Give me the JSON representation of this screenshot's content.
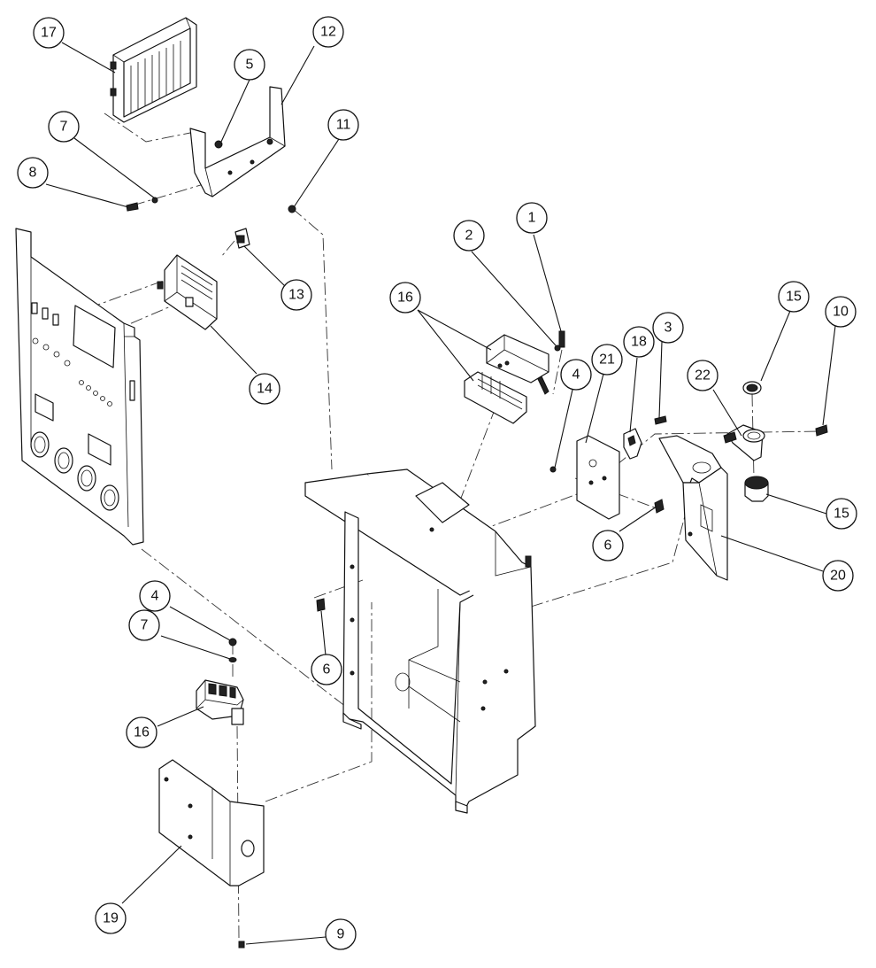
{
  "callouts": [
    {
      "id": "c17a",
      "label": "17"
    },
    {
      "id": "c12",
      "label": "12"
    },
    {
      "id": "c5",
      "label": "5"
    },
    {
      "id": "c7a",
      "label": "7"
    },
    {
      "id": "c11",
      "label": "11"
    },
    {
      "id": "c8",
      "label": "8"
    },
    {
      "id": "c13",
      "label": "13"
    },
    {
      "id": "c14",
      "label": "14"
    },
    {
      "id": "c1",
      "label": "1"
    },
    {
      "id": "c2",
      "label": "2"
    },
    {
      "id": "c16a",
      "label": "16"
    },
    {
      "id": "c3",
      "label": "3"
    },
    {
      "id": "c18",
      "label": "18"
    },
    {
      "id": "c4a",
      "label": "4"
    },
    {
      "id": "c21",
      "label": "21"
    },
    {
      "id": "c15a",
      "label": "15"
    },
    {
      "id": "c10",
      "label": "10"
    },
    {
      "id": "c22",
      "label": "22"
    },
    {
      "id": "c15b",
      "label": "15"
    },
    {
      "id": "c6a",
      "label": "6"
    },
    {
      "id": "c20",
      "label": "20"
    },
    {
      "id": "c6b",
      "label": "6"
    },
    {
      "id": "c4b",
      "label": "4"
    },
    {
      "id": "c7b",
      "label": "7"
    },
    {
      "id": "c16b",
      "label": "16"
    },
    {
      "id": "c19",
      "label": "19"
    },
    {
      "id": "c9",
      "label": "9"
    }
  ]
}
